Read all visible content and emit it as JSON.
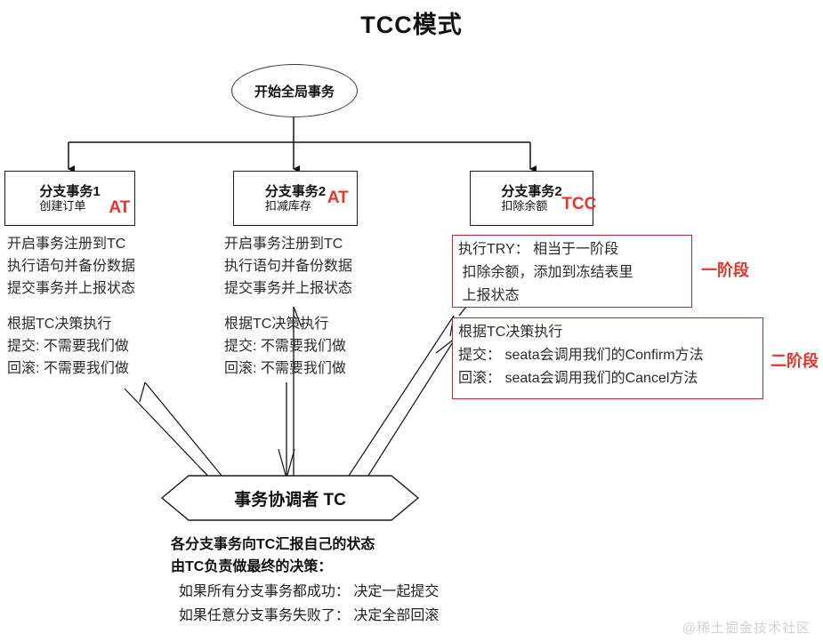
{
  "title": "TCC模式",
  "start_node": {
    "label": "开始全局事务"
  },
  "branches": [
    {
      "name": "分支事务1",
      "sub": "创建订单",
      "tag": "AT",
      "notes_group1": "开启事务注册到TC\n执行语句并备份数据\n提交事务并上报状态",
      "notes_group2": "根据TC决策执行\n提交: 不需要我们做\n回滚: 不需要我们做"
    },
    {
      "name": "分支事务2",
      "sub": "扣减库存",
      "tag": "AT",
      "notes_group1": "开启事务注册到TC\n执行语句并备份数据\n提交事务并上报状态",
      "notes_group2": "根据TC决策执行\n提交: 不需要我们做\n回滚: 不需要我们做"
    },
    {
      "name": "分支事务2",
      "sub": "扣除余额",
      "tag": "TCC"
    }
  ],
  "tcc_phases": [
    {
      "text": "执行TRY： 相当于一阶段\n 扣除余额，添加到冻结表里\n 上报状态",
      "label": "一阶段"
    },
    {
      "text": "根据TC决策执行\n提交： seata会调用我们的Confirm方法\n回滚： seata会调用我们的Cancel方法",
      "label": "二阶段"
    }
  ],
  "coordinator": {
    "label": "事务协调者 TC"
  },
  "footer": {
    "bold_lines": "各分支事务向TC汇报自己的状态\n由TC负责做最终的决策：",
    "plain_lines": "  如果所有分支事务都成功： 决定一起提交\n  如果任意分支事务失败了： 决定全部回滚"
  },
  "watermark": "@稀土掘金技术社区",
  "colors": {
    "accent_red": "#e8342a",
    "box_red_border": "#b02a37",
    "stroke": "#1a1a1a"
  }
}
